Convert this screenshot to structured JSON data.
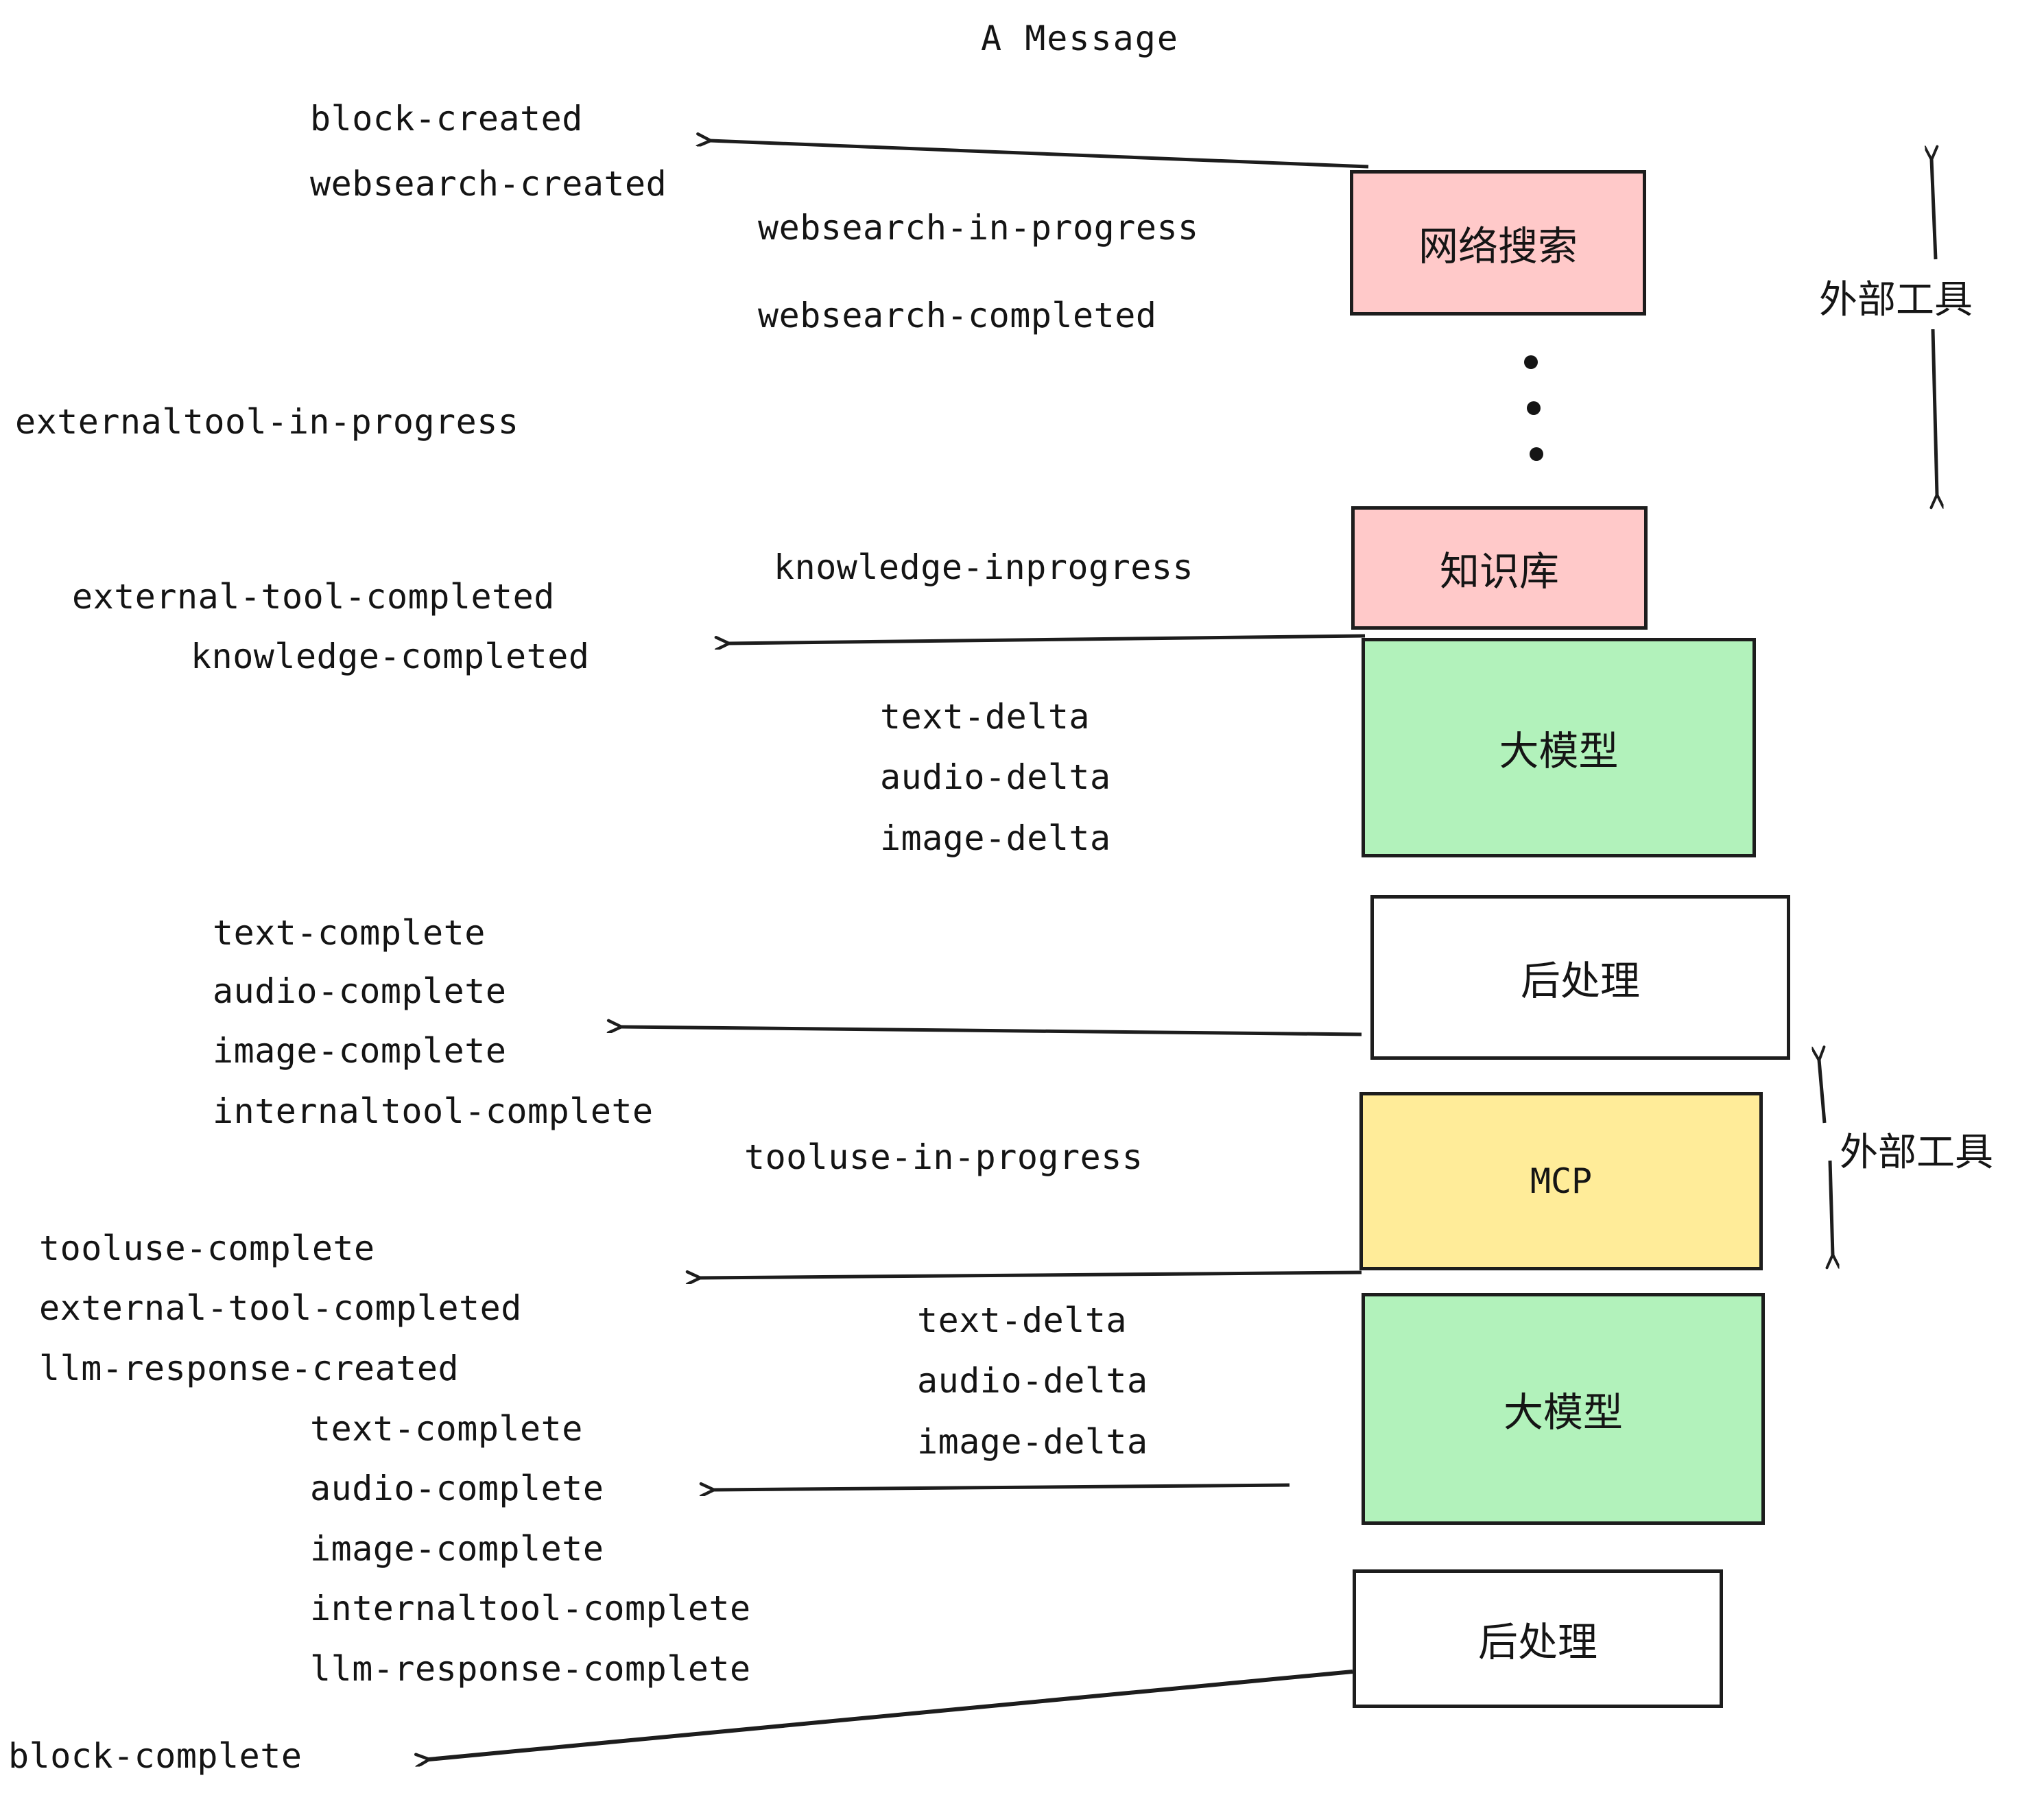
{
  "diagram": {
    "title": "A Message",
    "colors": {
      "pink": "#FFC9C9",
      "green": "#B2F2BB",
      "yellow": "#FFEC99",
      "white": "#FFFFFF",
      "stroke": "#1d1d1d"
    },
    "boxes": [
      {
        "id": "websearch",
        "label": "网络搜索",
        "fill": "#FFC9C9"
      },
      {
        "id": "knowledge",
        "label": "知识库",
        "fill": "#FFC9C9"
      },
      {
        "id": "llm-1",
        "label": "大模型",
        "fill": "#B2F2BB"
      },
      {
        "id": "postprocess-1",
        "label": "后处理",
        "fill": "#FFFFFF"
      },
      {
        "id": "mcp",
        "label": "MCP",
        "fill": "#FFEC99"
      },
      {
        "id": "llm-2",
        "label": "大模型",
        "fill": "#B2F2BB"
      },
      {
        "id": "postprocess-2",
        "label": "后处理",
        "fill": "#FFFFFF"
      }
    ],
    "side_labels": [
      {
        "id": "external-tools-top",
        "label": "外部工具"
      },
      {
        "id": "external-tools-bottom",
        "label": "外部工具"
      }
    ],
    "events": [
      {
        "id": "block-created",
        "text": "block-created"
      },
      {
        "id": "websearch-created",
        "text": "websearch-created"
      },
      {
        "id": "websearch-in-progress",
        "text": "websearch-in-progress"
      },
      {
        "id": "websearch-completed",
        "text": "websearch-completed"
      },
      {
        "id": "externaltool-in-progress",
        "text": "externaltool-in-progress"
      },
      {
        "id": "knowledge-inprogress",
        "text": "knowledge-inprogress"
      },
      {
        "id": "external-tool-completed-1",
        "text": "external-tool-completed"
      },
      {
        "id": "knowledge-completed",
        "text": "knowledge-completed"
      },
      {
        "id": "text-delta-1",
        "text": "text-delta"
      },
      {
        "id": "audio-delta-1",
        "text": "audio-delta"
      },
      {
        "id": "image-delta-1",
        "text": "image-delta"
      },
      {
        "id": "text-complete-1",
        "text": "text-complete"
      },
      {
        "id": "audio-complete-1",
        "text": "audio-complete"
      },
      {
        "id": "image-complete-1",
        "text": "image-complete"
      },
      {
        "id": "internaltool-complete-1",
        "text": "internaltool-complete"
      },
      {
        "id": "tooluse-in-progress",
        "text": "tooluse-in-progress"
      },
      {
        "id": "tooluse-complete",
        "text": "tooluse-complete"
      },
      {
        "id": "external-tool-completed-2",
        "text": "external-tool-completed"
      },
      {
        "id": "llm-response-created",
        "text": "llm-response-created"
      },
      {
        "id": "text-complete-2",
        "text": "text-complete"
      },
      {
        "id": "audio-complete-2",
        "text": "audio-complete"
      },
      {
        "id": "image-complete-2",
        "text": "image-complete"
      },
      {
        "id": "internaltool-complete-2",
        "text": "internaltool-complete"
      },
      {
        "id": "llm-response-complete",
        "text": "llm-response-complete"
      },
      {
        "id": "text-delta-2",
        "text": "text-delta"
      },
      {
        "id": "audio-delta-2",
        "text": "audio-delta"
      },
      {
        "id": "image-delta-2",
        "text": "image-delta"
      },
      {
        "id": "block-complete",
        "text": "block-complete"
      }
    ]
  }
}
